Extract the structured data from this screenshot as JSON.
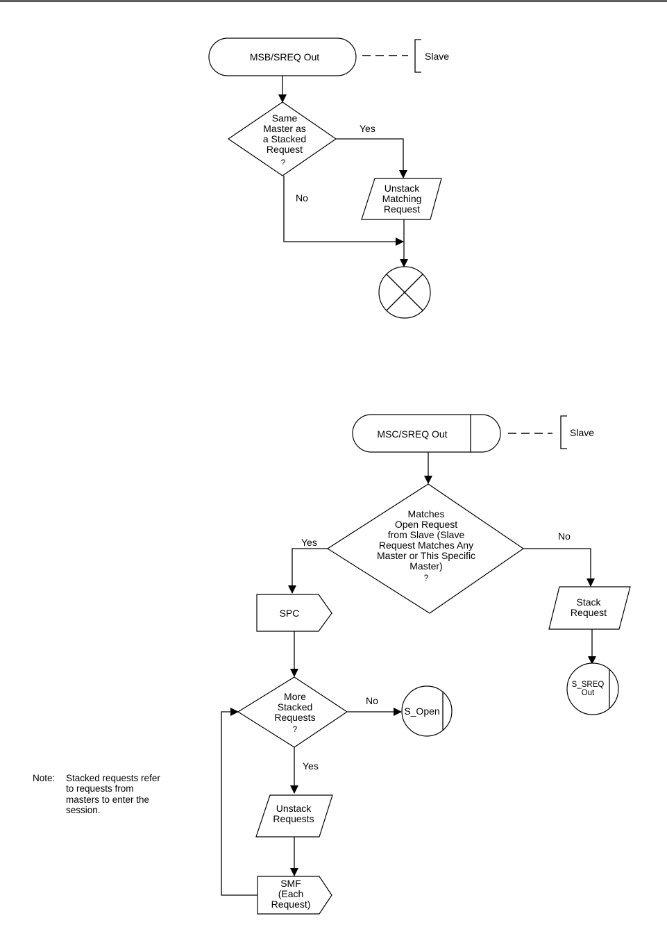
{
  "flow1": {
    "start_terminal": "MSB/SREQ Out",
    "annotation": "Slave",
    "decision": [
      "Same",
      "Master as",
      "a Stacked",
      "Request",
      "?"
    ],
    "yes_label": "Yes",
    "no_label": "No",
    "io_unstack": [
      "Unstack",
      "Matching",
      "Request"
    ]
  },
  "flow2": {
    "start_terminal": "MSC/SREQ Out",
    "annotation": "Slave",
    "decision_main": [
      "Matches",
      "Open Request",
      "from Slave (Slave",
      "Request Matches Any",
      "Master or This Specific",
      "Master)",
      "?"
    ],
    "yes_label": "Yes",
    "no_label": "No",
    "spc": "SPC",
    "stack_request": [
      "Stack",
      "Request"
    ],
    "s_sreq_out": [
      "S_SREQ",
      "Out"
    ],
    "decision_more": [
      "More",
      "Stacked",
      "Requests",
      "?"
    ],
    "more_no_label": "No",
    "more_yes_label": "Yes",
    "s_open": "S_Open",
    "unstack_requests": [
      "Unstack",
      "Requests"
    ],
    "smf": [
      "SMF",
      "(Each",
      "Request)"
    ]
  },
  "note": {
    "label": "Note:",
    "lines": [
      "Stacked requests refer",
      "to requests from",
      "masters to enter the",
      "session."
    ]
  }
}
